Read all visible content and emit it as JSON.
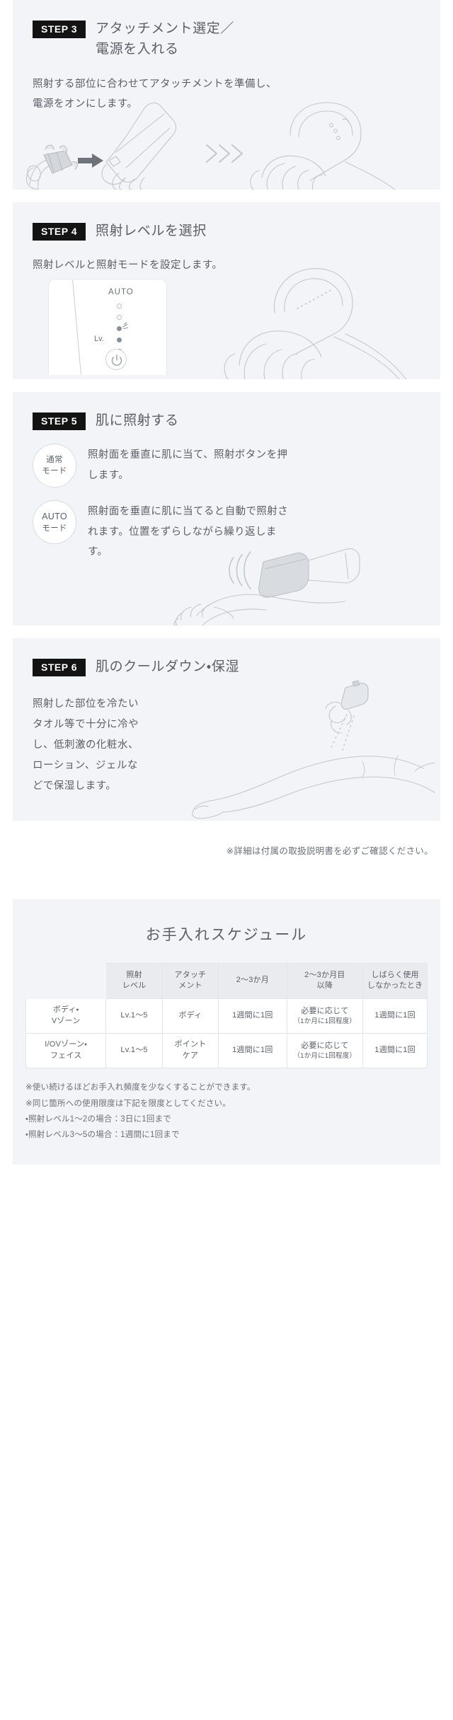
{
  "steps": [
    {
      "badge": "STEP 3",
      "title_line1": "アタッチメント選定／",
      "title_line2": "電源を入れる",
      "body_line1": "照射する部位に合わせてアタッチメントを準備し、",
      "body_line2": "電源をオンにします。",
      "arrow_glyph": "〉〉〉"
    },
    {
      "badge": "STEP 4",
      "title_line1": "照射レベルを選択",
      "body_line1": "照射レベルと照射モードを設定します。",
      "panel": {
        "auto_label": "AUTO",
        "level_label": "Lv.",
        "power_icon": "power-icon"
      }
    },
    {
      "badge": "STEP 5",
      "title_line1": "肌に照射する",
      "modes": [
        {
          "circle_line1": "通常",
          "circle_line2": "モード",
          "text_line1": "照射面を垂直に肌に当て、照射ボタンを押",
          "text_line2": "します。"
        },
        {
          "circle_line1": "AUTO",
          "circle_line2": "モード",
          "text_line1": "照射面を垂直に肌に当てると自動で照射さ",
          "text_line2": "れます。位置をずらしながら繰り返しま",
          "text_line3": "す。"
        }
      ]
    },
    {
      "badge": "STEP 6",
      "title_line1": "肌のクールダウン・保湿",
      "body_lines": [
        "照射した部位を冷たい",
        "タオル等で十分に冷や",
        "し、低刺激の化粧水、",
        "ローション、ジェルな",
        "どで保湿します。"
      ]
    }
  ],
  "footnote": "※詳細は付属の取扱説明書を必ずご確認ください。",
  "schedule": {
    "title": "お手入れスケジュール",
    "headers": [
      "",
      "照射\nレベル",
      "アタッチ\nメント",
      "2〜3か月",
      "2〜3か月目\n以降",
      "しばらく使用\nしなかったとき"
    ],
    "headers_flat": {
      "h0": "",
      "h1_l1": "照射",
      "h1_l2": "レベル",
      "h2_l1": "アタッチ",
      "h2_l2": "メント",
      "h3": "2〜3か月",
      "h4_l1": "2〜3か月目",
      "h4_l2": "以降",
      "h5_l1": "しばらく使用",
      "h5_l2": "しなかったとき"
    },
    "rows": [
      {
        "label_l1": "ボディ・",
        "label_l2": "Vゾーン",
        "level": "Lv.1〜5",
        "attachment_l1": "ボディ",
        "attachment_l2": "",
        "period1": "1週間に1回",
        "period2_main": "必要に応じて",
        "period2_sub": "（1か月に1回程度）",
        "period3": "1週間に1回"
      },
      {
        "label_l1": "I/OVゾーン・",
        "label_l2": "フェイス",
        "level": "Lv.1〜5",
        "attachment_l1": "ポイント",
        "attachment_l2": "ケア",
        "period1": "1週間に1回",
        "period2_main": "必要に応じて",
        "period2_sub": "（1か月に1回程度）",
        "period3": "1週間に1回"
      }
    ],
    "notes": [
      "※使い続けるほどお手入れ頻度を少なくすることができます。",
      "※同じ箇所への使用限度は下記を限度としてください。",
      "・照射レベル1〜2の場合：3日に1回まで",
      "・照射レベル3〜5の場合：1週間に1回まで"
    ]
  },
  "colors": {
    "card_bg": "#f2f4f7",
    "badge_bg": "#131313",
    "text": "#5b6068",
    "line": "#c9ced6",
    "table_header_bg": "#e9ebef"
  }
}
